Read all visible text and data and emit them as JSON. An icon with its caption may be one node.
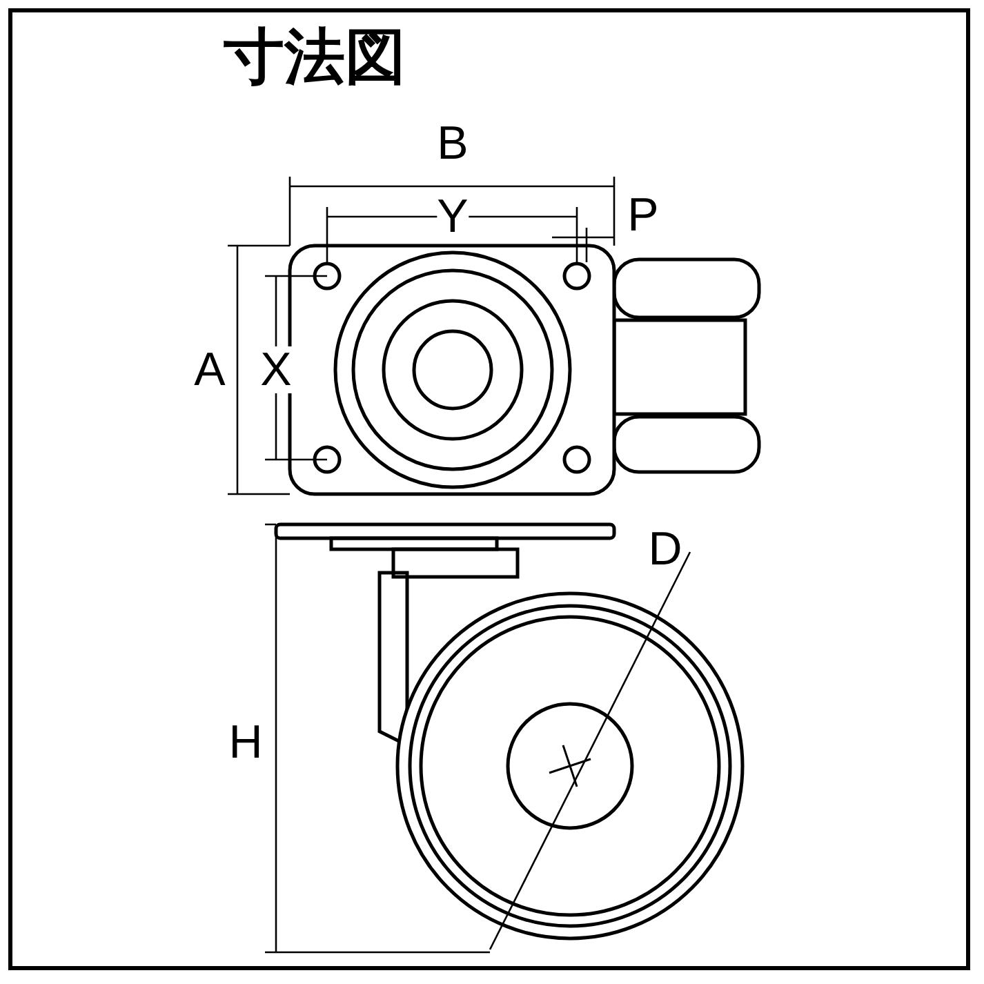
{
  "diagram": {
    "title": "寸法図",
    "labels": [
      "B",
      "Y",
      "P",
      "A",
      "X",
      "D",
      "H"
    ]
  }
}
